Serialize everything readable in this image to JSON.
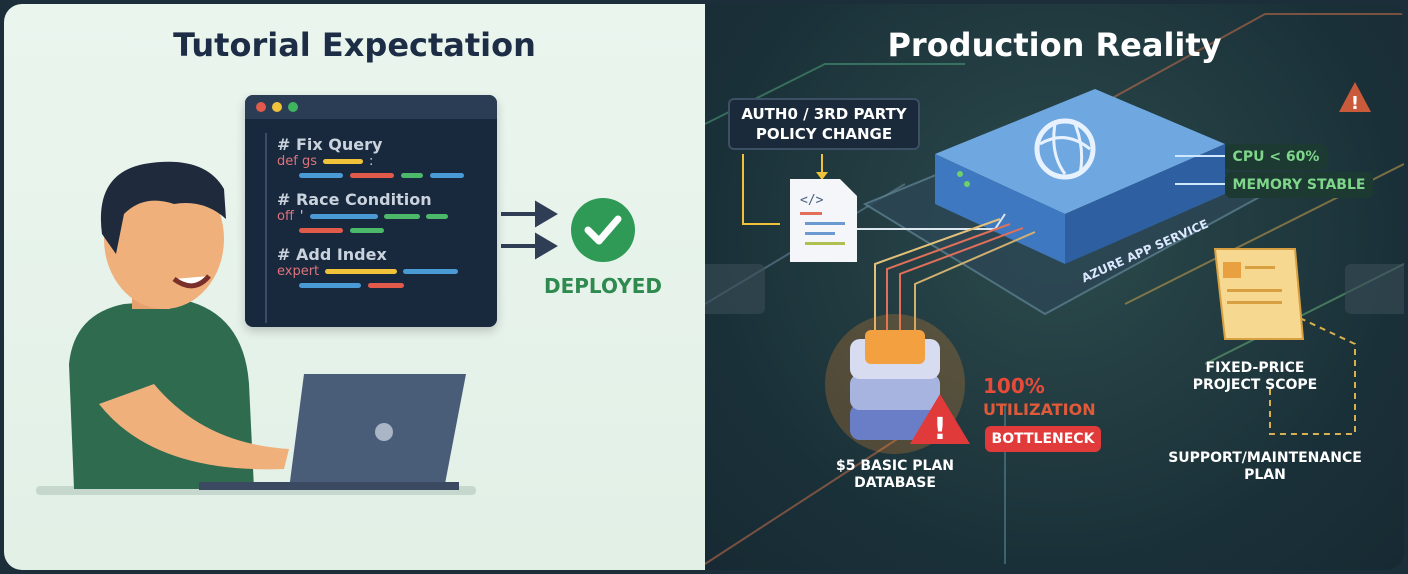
{
  "left_panel": {
    "title": "Tutorial Expectation",
    "code_editor": {
      "blocks": [
        {
          "comment": "# Fix Query",
          "keyword": "def  gs",
          "suffix": ":"
        },
        {
          "comment": "# Race Condition",
          "keyword": "off",
          "suffix": "'"
        },
        {
          "comment": "# Add Index",
          "keyword": "expert",
          "suffix": ""
        }
      ]
    },
    "status_label": "DEPLOYED",
    "status_icon": "check-circle-icon"
  },
  "right_panel": {
    "title": "Production Reality",
    "policy_box": "AUTH0 / 3RD PARTY POLICY CHANGE",
    "app_service_label": "AZURE APP SERVICE",
    "metrics": [
      "CPU < 60%",
      "MEMORY STABLE"
    ],
    "utilization": "100%",
    "utilization_label": "UTILIZATION",
    "bottleneck_badge": "BOTTLENECK",
    "database_label": "$5 BASIC PLAN DATABASE",
    "scope_label": "FIXED-PRICE PROJECT SCOPE",
    "support_label": "SUPPORT/MAINTENANCE PLAN"
  },
  "colors": {
    "success": "#2e9a55",
    "danger": "#e03a3a",
    "metric_green": "#7fd68a",
    "accent_yellow": "#f0c23a"
  }
}
